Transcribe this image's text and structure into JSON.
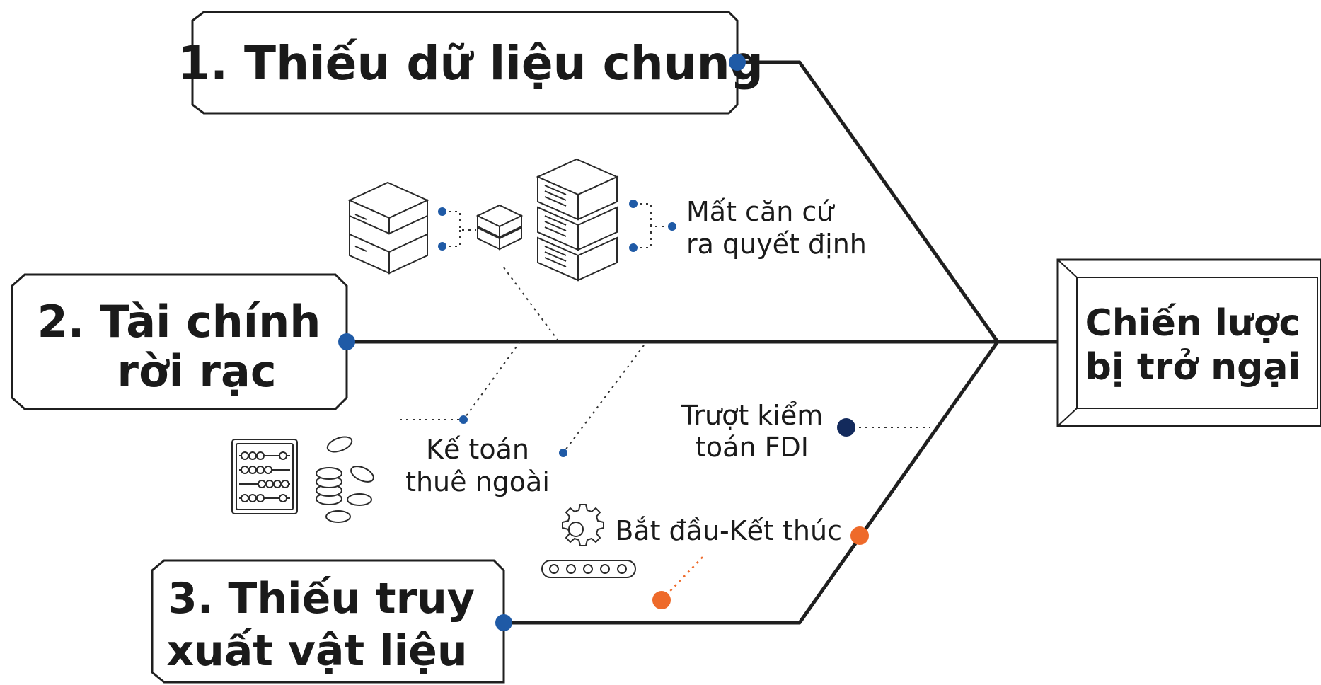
{
  "causes": [
    {
      "lines": [
        "1. Thiếu dữ liệu chung"
      ]
    },
    {
      "lines": [
        "2. Tài chính",
        "rời rạc"
      ]
    },
    {
      "lines": [
        "3. Thiếu truy",
        "xuất vật liệu"
      ]
    }
  ],
  "effect": {
    "lines": [
      "Chiến lược",
      "bị trở ngại"
    ]
  },
  "notes": {
    "decision": {
      "lines": [
        "Mất căn cứ",
        "ra quyết định"
      ]
    },
    "accounting": {
      "lines": [
        "Kế toán",
        "thuê ngoài"
      ]
    },
    "audit": {
      "lines": [
        "Trượt kiểm",
        "toán FDI"
      ]
    },
    "start_end": {
      "lines": [
        "Bắt đầu-Kết thúc"
      ]
    }
  },
  "colors": {
    "line": "#1f1f1f",
    "blue_dot": "#1f5aa6",
    "navy_dot": "#132a5c",
    "orange_dot": "#ee6a2a"
  },
  "icons": [
    "server-stack-icon",
    "abacus-icon",
    "coins-icon",
    "gear-icon",
    "conveyor-icon"
  ]
}
